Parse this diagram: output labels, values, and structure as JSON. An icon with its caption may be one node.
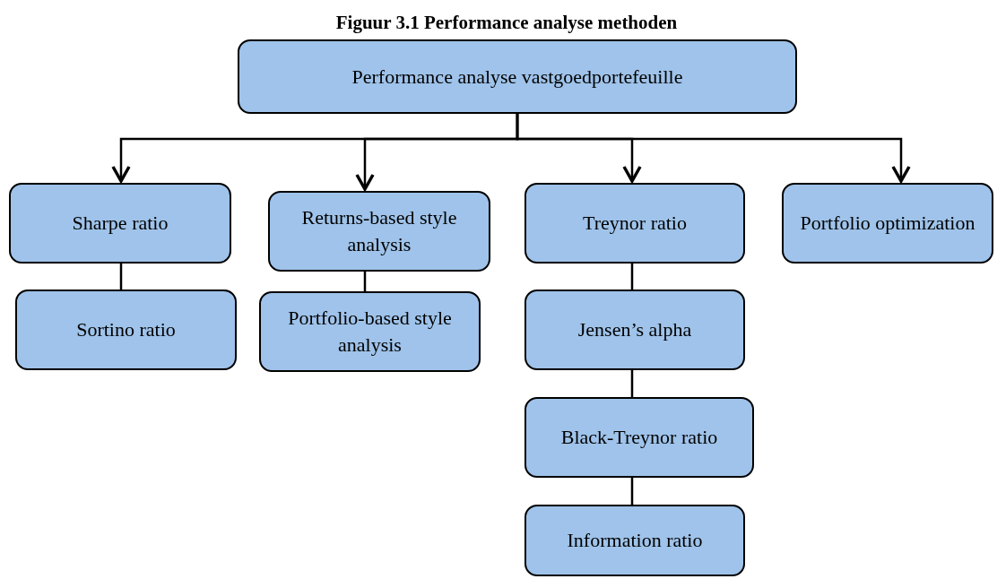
{
  "diagram": {
    "title": "Figuur 3.1 Performance analyse methoden",
    "nodes": [
      {
        "text": [
          "Performance analyse vastgoedportefeuille"
        ]
      },
      {
        "text": [
          "Sharpe ratio"
        ]
      },
      {
        "text": [
          "Sortino ratio"
        ]
      },
      {
        "text": [
          "Returns-based style analysis"
        ]
      },
      {
        "text": [
          "Portfolio-based style analysis"
        ]
      },
      {
        "text": [
          "Treynor ratio"
        ]
      },
      {
        "text": [
          "Jensen’s alpha"
        ]
      },
      {
        "text": [
          "Black-Treynor ratio"
        ]
      },
      {
        "text": [
          "Information ratio"
        ]
      },
      {
        "text": [
          "Portfolio optimization"
        ]
      }
    ],
    "edges": [
      {
        "from": 0,
        "to": 1,
        "arrow": "to"
      },
      {
        "from": 0,
        "to": 3,
        "arrow": "to"
      },
      {
        "from": 0,
        "to": 5,
        "arrow": "to"
      },
      {
        "from": 0,
        "to": 9,
        "arrow": "to"
      },
      {
        "from": 1,
        "to": 2,
        "arrow": "none"
      },
      {
        "from": 3,
        "to": 4,
        "arrow": "none"
      },
      {
        "from": 5,
        "to": 6,
        "arrow": "none"
      },
      {
        "from": 6,
        "to": 7,
        "arrow": "none"
      },
      {
        "from": 7,
        "to": 8,
        "arrow": "none"
      }
    ]
  }
}
